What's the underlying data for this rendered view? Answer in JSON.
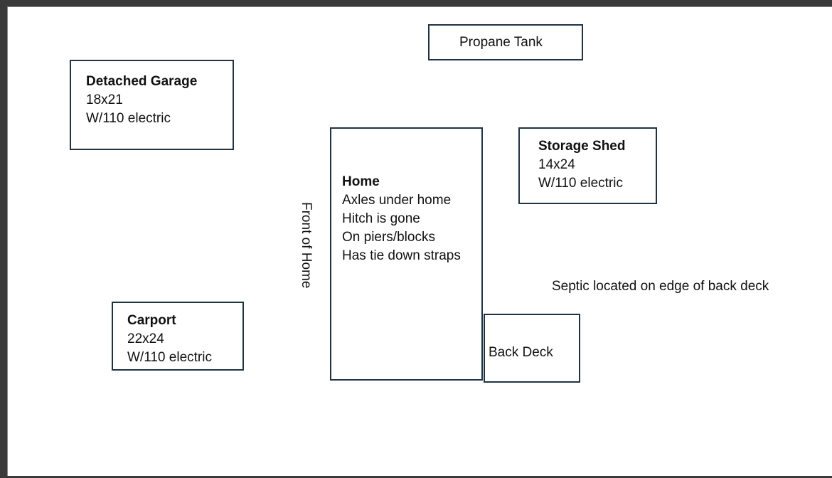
{
  "propane_tank": {
    "label": "Propane Tank"
  },
  "detached_garage": {
    "title": "Detached Garage",
    "lines": [
      "18x21",
      "W/110 electric"
    ]
  },
  "storage_shed": {
    "title": "Storage Shed",
    "lines": [
      "14x24",
      "W/110 electric"
    ]
  },
  "home": {
    "title": "Home",
    "lines": [
      "Axles under home",
      "Hitch is gone",
      "On piers/blocks",
      "Has tie down straps"
    ]
  },
  "front_of_home": {
    "label": "Front of Home"
  },
  "septic_note": {
    "label": "Septic located on edge of back deck"
  },
  "carport": {
    "title": "Carport",
    "lines": [
      "22x24",
      "W/110 electric"
    ]
  },
  "back_deck": {
    "label": "Back Deck"
  },
  "colors": {
    "box_border": "#1f3344",
    "background": "#ffffff",
    "frame": "#3a3a3a"
  }
}
